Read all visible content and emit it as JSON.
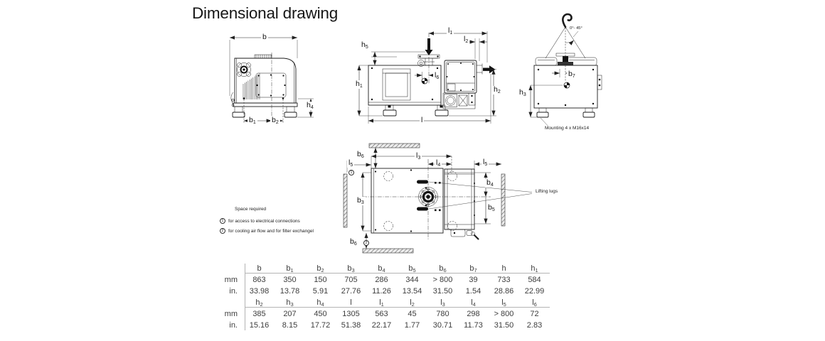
{
  "title": "Dimensional drawing",
  "colors": {
    "line": "#1b1b1b",
    "table_rule": "#b3b3b3",
    "table_text": "#3d3d3d"
  },
  "dims": {
    "b": {
      "base": "b",
      "sub": ""
    },
    "b1": {
      "base": "b",
      "sub": "1"
    },
    "b2": {
      "base": "b",
      "sub": "2"
    },
    "b3": {
      "base": "b",
      "sub": "3"
    },
    "b4": {
      "base": "b",
      "sub": "4"
    },
    "b5": {
      "base": "b",
      "sub": "5"
    },
    "b6": {
      "base": "b",
      "sub": "6"
    },
    "b7": {
      "base": "b",
      "sub": "7"
    },
    "h": {
      "base": "h",
      "sub": ""
    },
    "h1": {
      "base": "h",
      "sub": "1"
    },
    "h2": {
      "base": "h",
      "sub": "2"
    },
    "h3": {
      "base": "h",
      "sub": "3"
    },
    "h4": {
      "base": "h",
      "sub": "4"
    },
    "h5": {
      "base": "h",
      "sub": "5"
    },
    "l": {
      "base": "l",
      "sub": ""
    },
    "l1": {
      "base": "l",
      "sub": "1"
    },
    "l2": {
      "base": "l",
      "sub": "2"
    },
    "l3": {
      "base": "l",
      "sub": "3"
    },
    "l4": {
      "base": "l",
      "sub": "4"
    },
    "l5": {
      "base": "l",
      "sub": "5"
    },
    "l6": {
      "base": "l",
      "sub": "6"
    }
  },
  "annotations": {
    "angle": "0°- 45°",
    "mounting": "Mounting 4 x M16x14",
    "lifting_lugs": "Lifting lugs",
    "note1_symbol": "1",
    "note2_symbol": "2"
  },
  "legend": {
    "title": "Space required",
    "items": [
      {
        "symbol": "1",
        "text": "for access to electrical connections"
      },
      {
        "symbol": "2",
        "text": "for cooling air flow and for filter exchangel"
      }
    ]
  },
  "table": {
    "unit_mm": "mm",
    "unit_in": "in.",
    "block1": {
      "headers": [
        {
          "base": "b",
          "sub": ""
        },
        {
          "base": "b",
          "sub": "1"
        },
        {
          "base": "b",
          "sub": "2"
        },
        {
          "base": "b",
          "sub": "3"
        },
        {
          "base": "b",
          "sub": "4"
        },
        {
          "base": "b",
          "sub": "5"
        },
        {
          "base": "b",
          "sub": "6"
        },
        {
          "base": "b",
          "sub": "7"
        },
        {
          "base": "h",
          "sub": ""
        },
        {
          "base": "h",
          "sub": "1"
        }
      ],
      "mm": [
        "863",
        "350",
        "150",
        "705",
        "286",
        "344",
        "> 800",
        "39",
        "733",
        "584"
      ],
      "in": [
        "33.98",
        "13.78",
        "5.91",
        "27.76",
        "11.26",
        "13.54",
        "31.50",
        "1.54",
        "28.86",
        "22.99"
      ]
    },
    "block2": {
      "headers": [
        {
          "base": "h",
          "sub": "2"
        },
        {
          "base": "h",
          "sub": "3"
        },
        {
          "base": "h",
          "sub": "4"
        },
        {
          "base": "l",
          "sub": ""
        },
        {
          "base": "l",
          "sub": "1"
        },
        {
          "base": "l",
          "sub": "2"
        },
        {
          "base": "l",
          "sub": "3"
        },
        {
          "base": "l",
          "sub": "4"
        },
        {
          "base": "l",
          "sub": "5"
        },
        {
          "base": "l",
          "sub": "6"
        }
      ],
      "mm": [
        "385",
        "207",
        "450",
        "1305",
        "563",
        "45",
        "780",
        "298",
        "> 800",
        "72"
      ],
      "in": [
        "15.16",
        "8.15",
        "17.72",
        "51.38",
        "22.17",
        "1.77",
        "30.71",
        "11.73",
        "31.50",
        "2.83"
      ]
    }
  }
}
